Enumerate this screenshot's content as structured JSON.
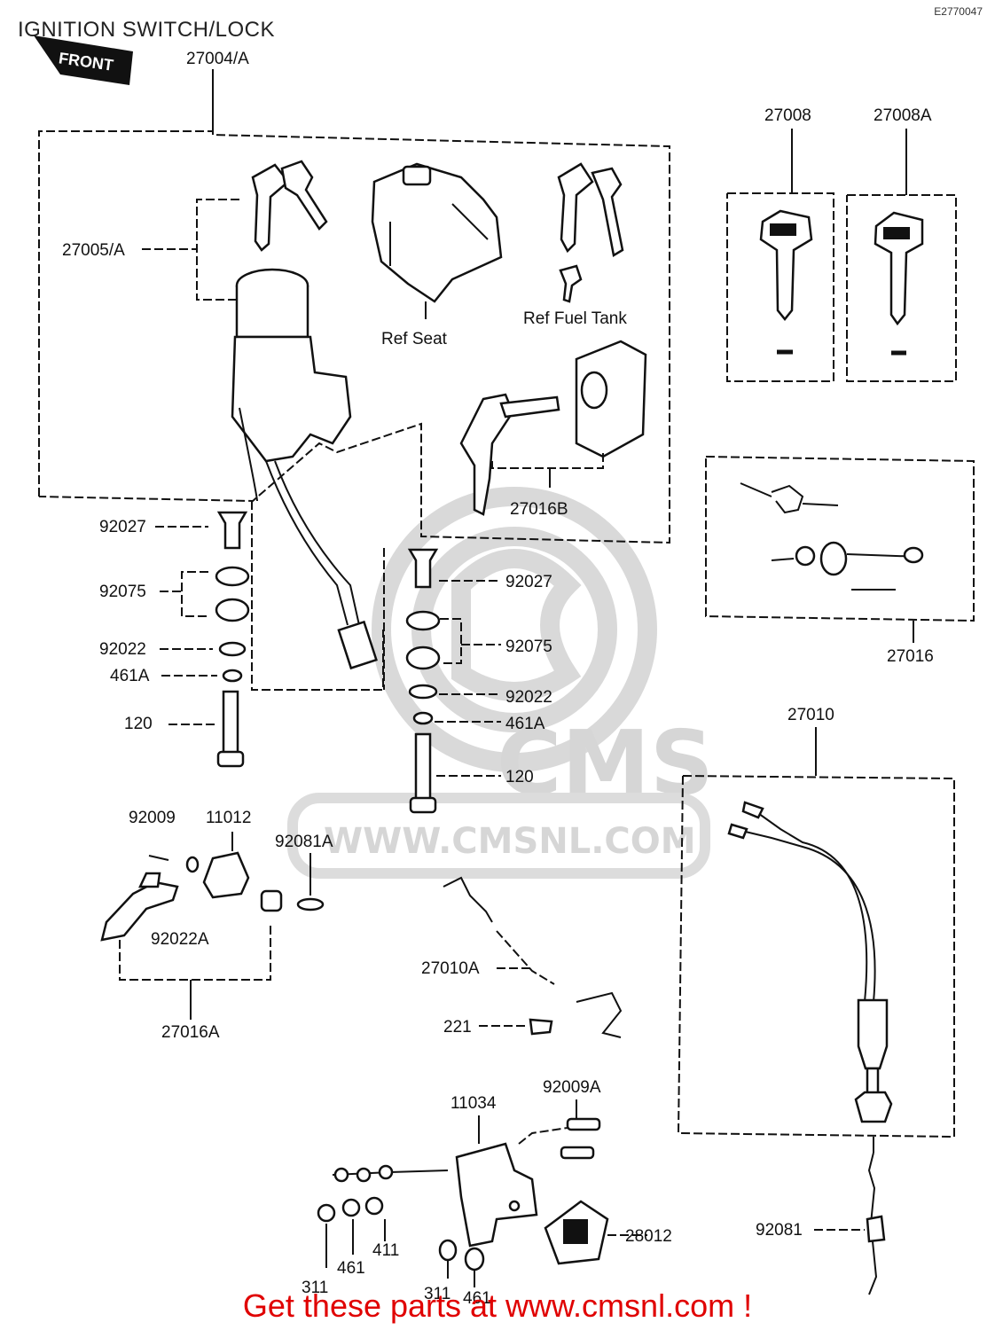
{
  "header": {
    "title": "IGNITION SWITCH/LOCK",
    "diagram_code": "E2770047",
    "front_label": "FRONT"
  },
  "watermark": {
    "logo_text": "CMS",
    "url_text": "WWW.CMSNL.COM"
  },
  "notes": {
    "ref_seat": "Ref Seat",
    "ref_fuel_tank": "Ref Fuel Tank"
  },
  "labels": {
    "p27004A": "27004/A",
    "p27005A": "27005/A",
    "p27008": "27008",
    "p27008A": "27008A",
    "p27016B": "27016B",
    "p27016": "27016",
    "p92027_l": "92027",
    "p92075_l": "92075",
    "p92022_l": "92022",
    "p461A_l": "461A",
    "p120_l": "120",
    "p92027_r": "92027",
    "p92075_r": "92075",
    "p92022_r": "92022",
    "p461A_r": "461A",
    "p120_r": "120",
    "p27010": "27010",
    "p92009": "92009",
    "p11012": "11012",
    "p92081A": "92081A",
    "p92022A": "92022A",
    "p27016A": "27016A",
    "p27010A": "27010A",
    "p221": "221",
    "p11034": "11034",
    "p92009A": "92009A",
    "p28012": "28012",
    "p92081": "92081",
    "p461": "461",
    "p411": "411",
    "p311_a": "311",
    "p311_b": "311",
    "p461_b": "461"
  },
  "footer": {
    "text": "Get these parts at www.cmsnl.com !",
    "color": "#e00000"
  }
}
